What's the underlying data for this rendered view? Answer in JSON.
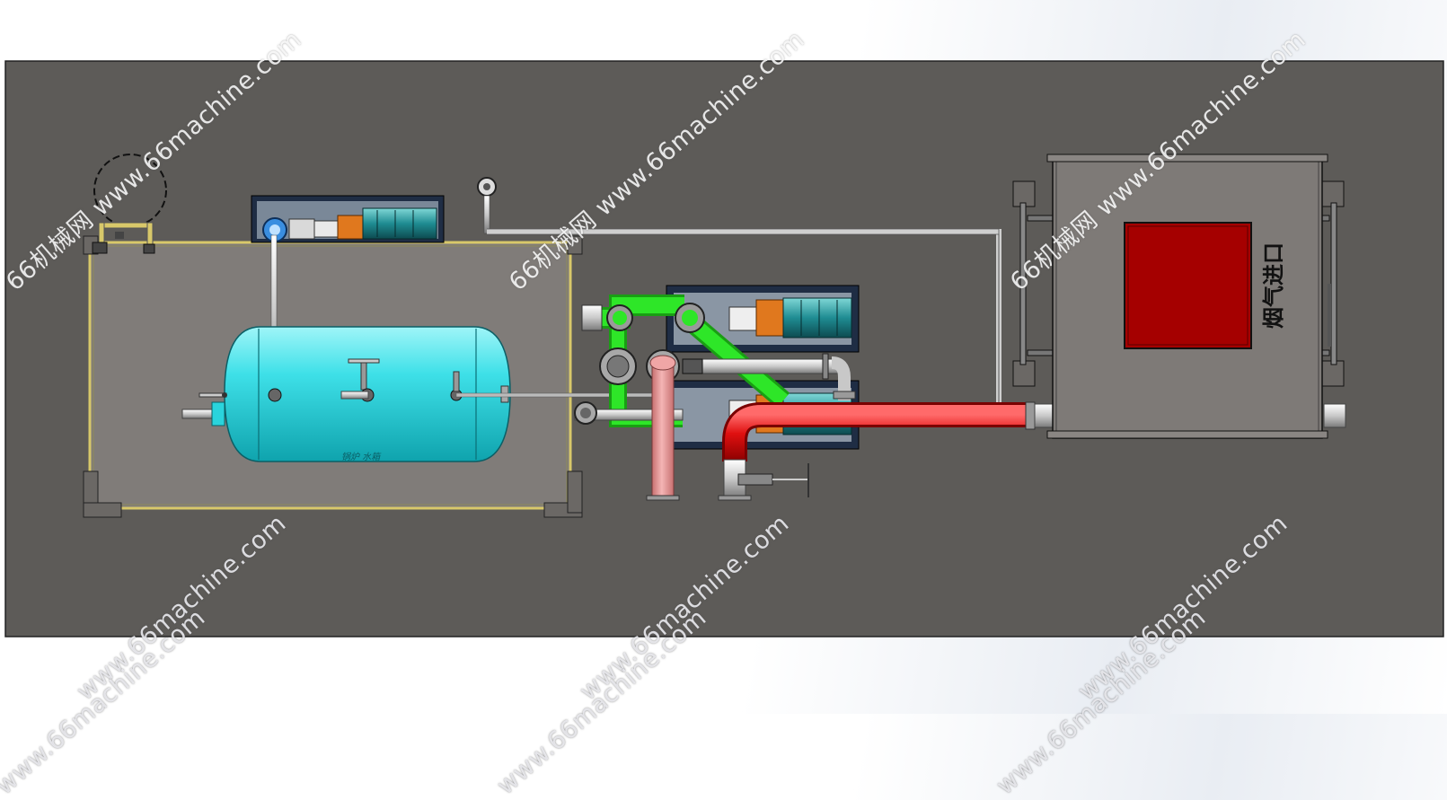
{
  "labels": {
    "flue_gas_inlet": "烟气进口",
    "tank_nameplate": "锅炉 水箱"
  },
  "watermarks": [
    "66机械网 www.66machine.com",
    "66机械网 www.66machine.com",
    "66机械网 www.66machine.com",
    "www.66machine.com",
    "www.66machine.com",
    "www.66machine.com",
    "www.66machine.com",
    "www.66machine.com",
    "www.66machine.com"
  ],
  "colors": {
    "floor": "#5d5b58",
    "platform": "#807c79",
    "tank": "#2ad4dc",
    "flue_pipe": "#e01010",
    "hot_pipe": "#e69a9a",
    "green_pipe": "#2ee628",
    "inlet_panel": "#a50000",
    "frame_yellow": "#d8c86a",
    "pump_skid": "#1f2d44"
  }
}
